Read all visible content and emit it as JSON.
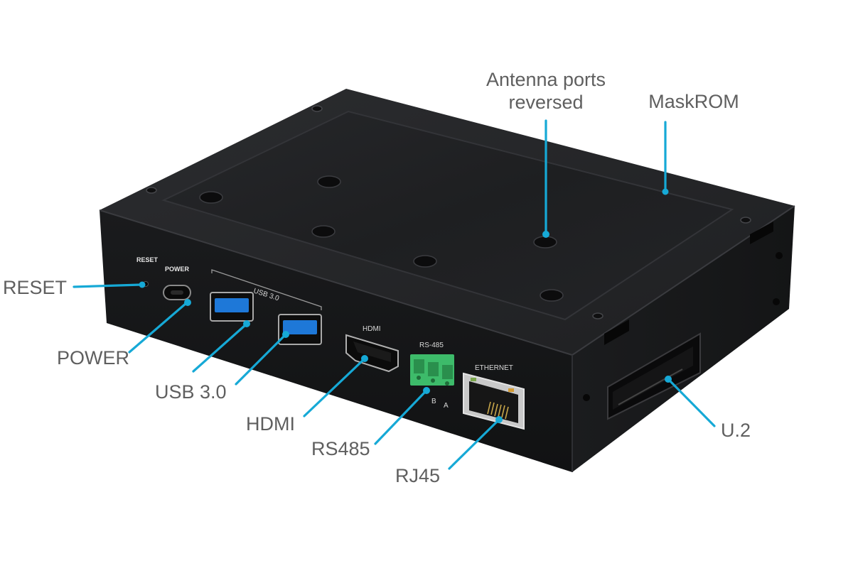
{
  "callouts": {
    "antenna_line1": "Antenna ports",
    "antenna_line2": "reversed",
    "maskrom": "MaskROM",
    "reset": "RESET",
    "power": "POWER",
    "usb": "USB 3.0",
    "hdmi": "HDMI",
    "rs485": "RS485",
    "rj45": "RJ45",
    "u2": "U.2"
  },
  "silkscreen": {
    "reset": "RESET",
    "power": "POWER",
    "usb": "USB 3.0",
    "hdmi": "HDMI",
    "rs485": "RS-485",
    "rs485_b": "B",
    "rs485_a": "A",
    "ethernet": "ETHERNET"
  },
  "colors": {
    "leader": "#16a9d6",
    "label": "#5f5f5f",
    "chassis": "#1b1c1e",
    "usb_port": "#1e78d8",
    "terminal_block": "#3dbb6a"
  }
}
